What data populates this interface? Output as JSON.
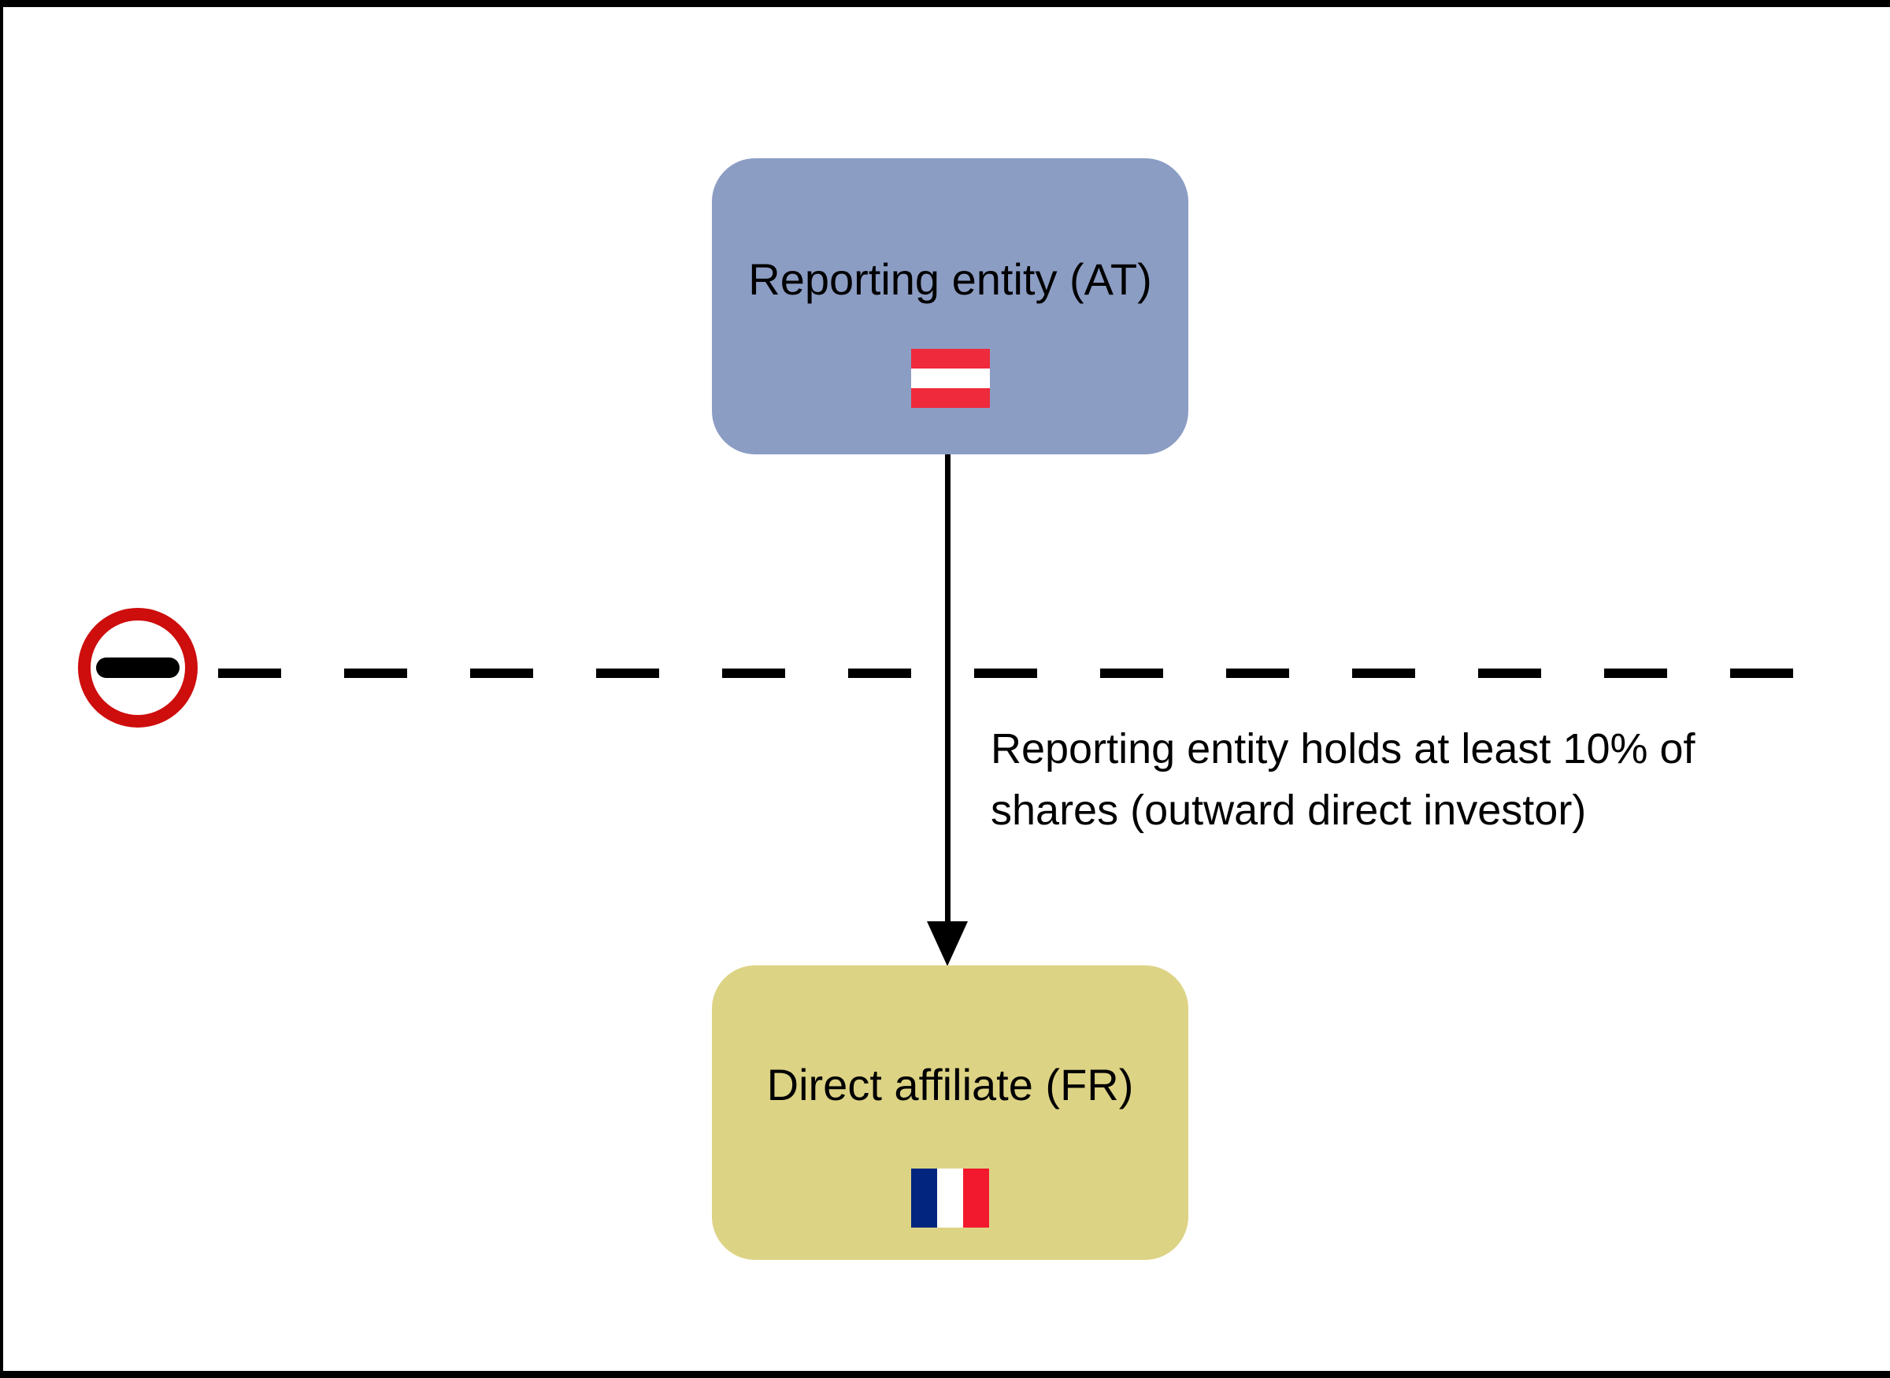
{
  "diagram": {
    "reporting_node": {
      "label": "Reporting entity (AT)",
      "flag": "austria-flag"
    },
    "affiliate_node": {
      "label": "Direct affiliate (FR)",
      "flag": "france-flag"
    },
    "edge": {
      "label_lines": [
        "Reporting entity holds at least 10% of",
        "shares (outward direct investor)"
      ]
    },
    "border_sign": "no-entry"
  },
  "colors": {
    "reporting_node_fill": "#8C9DC4",
    "affiliate_node_fill": "#DDD385",
    "austria_flag_red": "#EE2A3C",
    "france_flag_blue": "#02267F",
    "france_flag_red": "#F2192F",
    "sign_red": "#CE0D0D",
    "line_black": "#000000"
  }
}
